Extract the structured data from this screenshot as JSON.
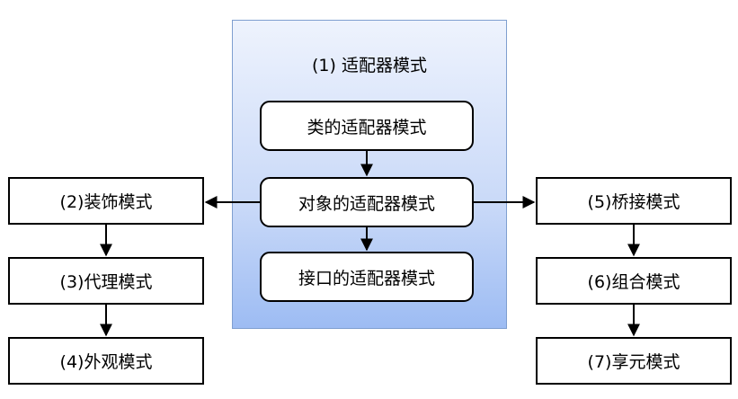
{
  "adapter_group": {
    "title": "(1)  适配器模式",
    "items": [
      "类的适配器模式",
      "对象的适配器模式",
      "接口的适配器模式"
    ]
  },
  "left_column": [
    "(2)装饰模式",
    "(3)代理模式",
    "(4)外观模式"
  ],
  "right_column": [
    "(5)桥接模式",
    "(6)组合模式",
    "(7)享元模式"
  ],
  "colors": {
    "panel_gradient_top": "#eef3fd",
    "panel_gradient_bottom": "#9dbcf3",
    "panel_border": "#7f9fd0",
    "box_border": "#000000",
    "box_fill": "#ffffff"
  }
}
